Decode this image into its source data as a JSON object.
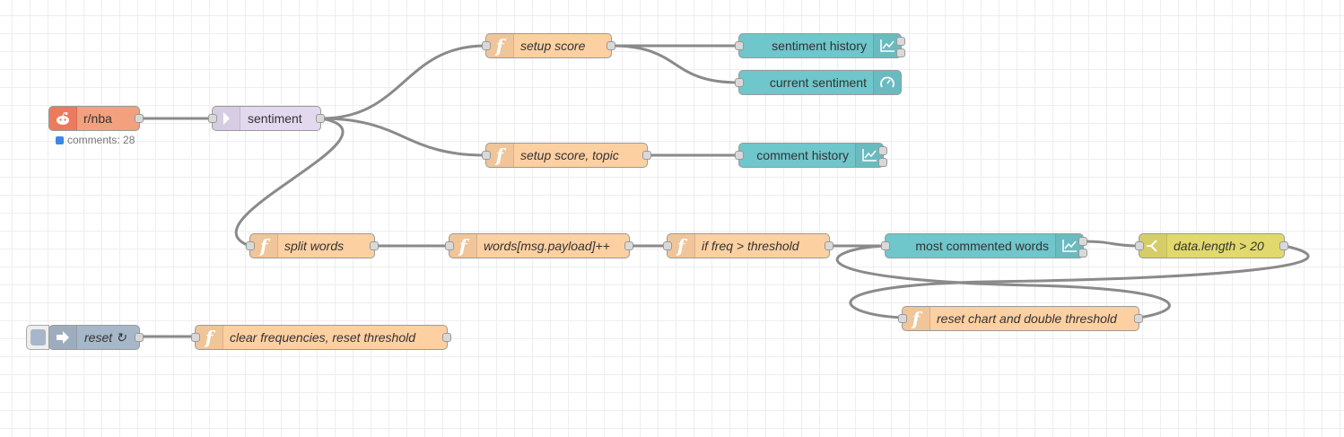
{
  "colors": {
    "reddit": "#f3a07f",
    "function": "#fdd0a2",
    "sentiment": "#e2d9ef",
    "dashboard": "#6fc6cb",
    "switch": "#e2d96e",
    "inject": "#a6b7c9"
  },
  "nodes": {
    "reddit": {
      "label": "r/nba",
      "icon": "reddit-icon",
      "status": "comments: 28"
    },
    "sentiment": {
      "label": "sentiment",
      "icon": "sentiment-icon"
    },
    "setup_score": {
      "label": "setup score",
      "icon": "function-icon"
    },
    "setup_score_topic": {
      "label": "setup score, topic",
      "icon": "function-icon"
    },
    "sentiment_history": {
      "label": "sentiment history",
      "icon": "chart-icon"
    },
    "current_sentiment": {
      "label": "current sentiment",
      "icon": "gauge-icon"
    },
    "comment_history": {
      "label": "comment history",
      "icon": "chart-icon"
    },
    "split_words": {
      "label": "split words",
      "icon": "function-icon"
    },
    "words_count": {
      "label": "words[msg.payload]++",
      "icon": "function-icon"
    },
    "freq_threshold": {
      "label": "if freq > threshold",
      "icon": "function-icon"
    },
    "most_commented": {
      "label": "most commented words",
      "icon": "chart-icon"
    },
    "data_length": {
      "label": "data.length > 20",
      "icon": "switch-icon"
    },
    "reset_chart": {
      "label": "reset chart and double threshold",
      "icon": "function-icon"
    },
    "reset_inject": {
      "label": "reset ↻",
      "icon": "inject-arrow-icon"
    },
    "clear_freq": {
      "label": "clear frequencies, reset threshold",
      "icon": "function-icon"
    }
  }
}
